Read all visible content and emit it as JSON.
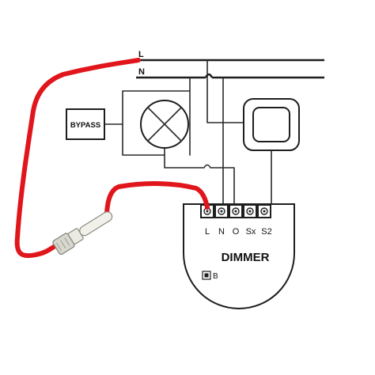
{
  "diagram": {
    "bus_labels": {
      "line": "L",
      "neutral": "N"
    },
    "bypass": {
      "label": "BYPASS"
    },
    "dimmer": {
      "title": "DIMMER",
      "terminals": [
        "L",
        "N",
        "O",
        "Sx",
        "S2"
      ],
      "button_label": "B"
    },
    "colors": {
      "wire": "#2a2a2a",
      "added_wire": "#e1151c",
      "probe_body": "#e4e4dc"
    },
    "icons": {
      "lamp": "lamp-cross-icon",
      "switch": "push-button-switch-icon",
      "terminal": "screw-terminal-icon",
      "probe": "temperature-probe-icon"
    }
  }
}
